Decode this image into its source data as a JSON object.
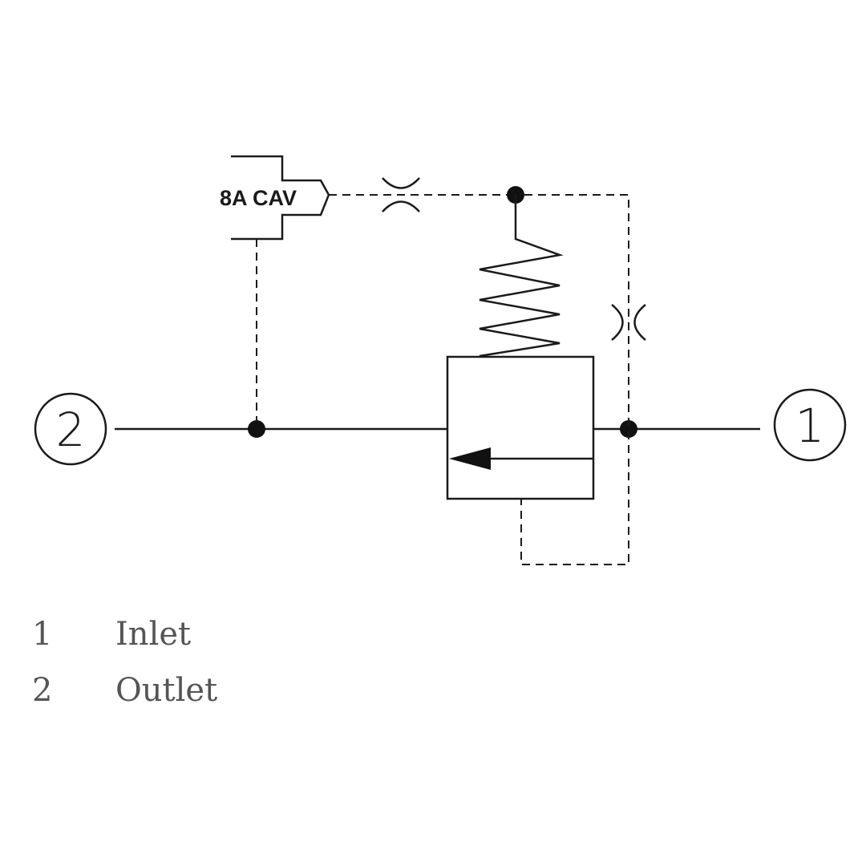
{
  "diagram": {
    "cavity_label": "8A CAV",
    "ports": [
      {
        "id": "port-2",
        "label": "2"
      },
      {
        "id": "port-1",
        "label": "1"
      }
    ]
  },
  "legend": [
    {
      "number": "1",
      "text": "Inlet"
    },
    {
      "number": "2",
      "text": "Outlet"
    }
  ]
}
